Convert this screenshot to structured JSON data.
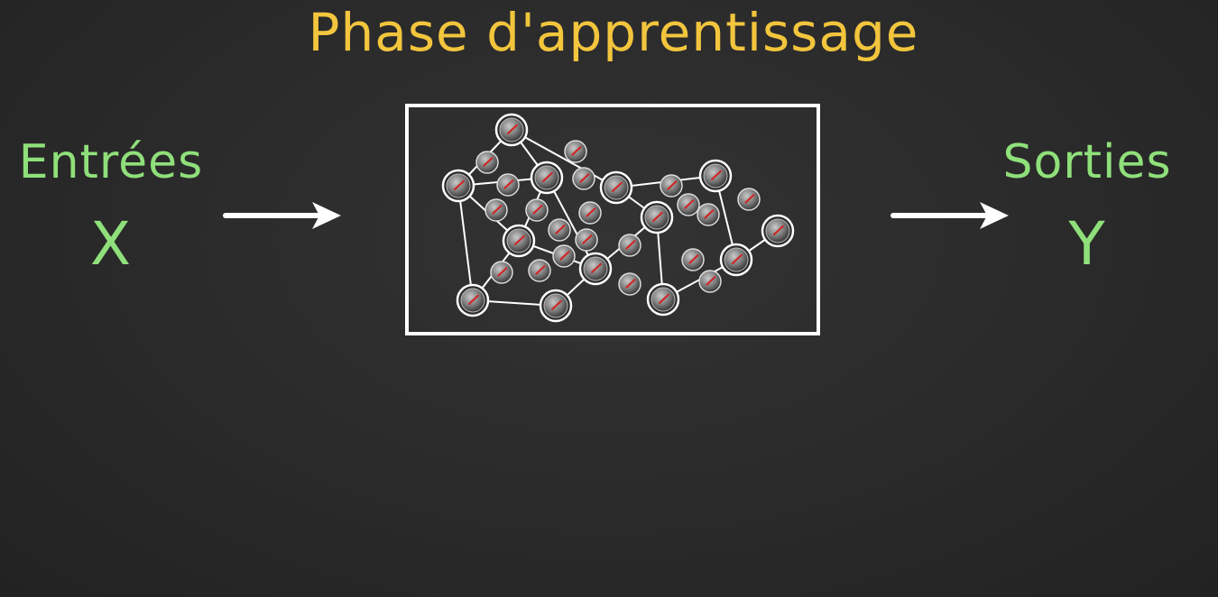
{
  "title": "Phase d'apprentissage",
  "input": {
    "label": "Entrées",
    "variable": "X"
  },
  "output": {
    "label": "Sorties",
    "variable": "Y"
  },
  "colors": {
    "title": "#f2c53d",
    "labels": "#8fe07a",
    "chalk": "#ffffff",
    "board": "#2b2b2b",
    "needle": "#d42020"
  }
}
